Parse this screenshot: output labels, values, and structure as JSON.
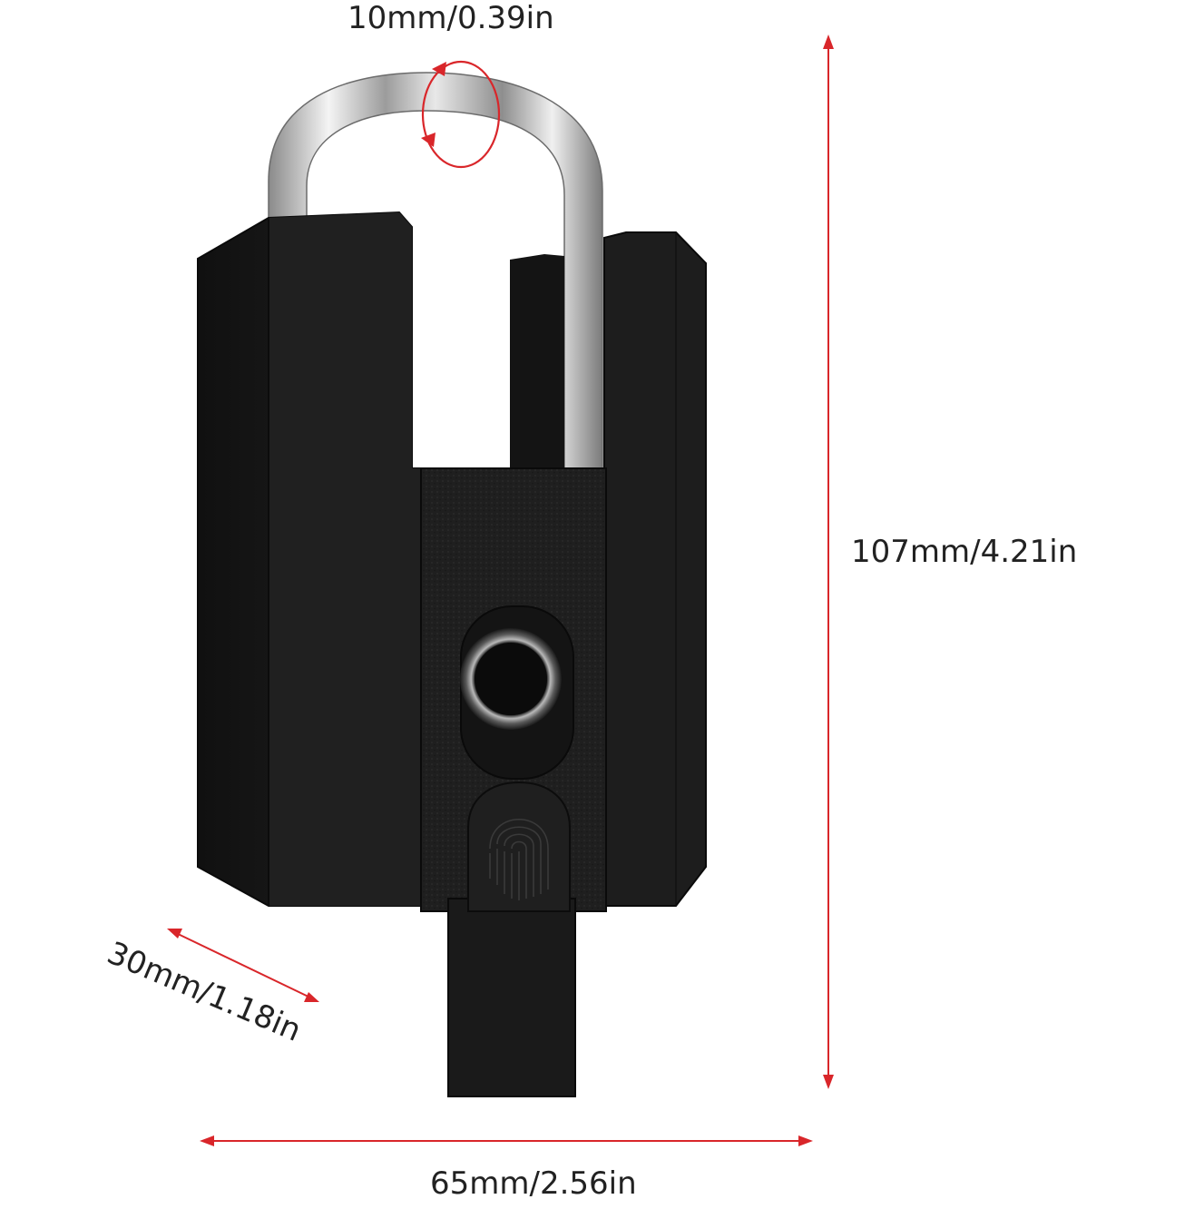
{
  "dimensions": {
    "shackle_diameter": "10mm/0.39in",
    "height": "107mm/4.21in",
    "depth": "30mm/1.18in",
    "width": "65mm/2.56in"
  },
  "product_icons": {
    "sensor": "fingerprint-sensor-icon",
    "fingerprint": "fingerprint-icon"
  },
  "colors": {
    "arrow": "#d9262a",
    "body": "#1c1c1c",
    "shackle": "#c8c8c8",
    "background": "#ffffff"
  }
}
